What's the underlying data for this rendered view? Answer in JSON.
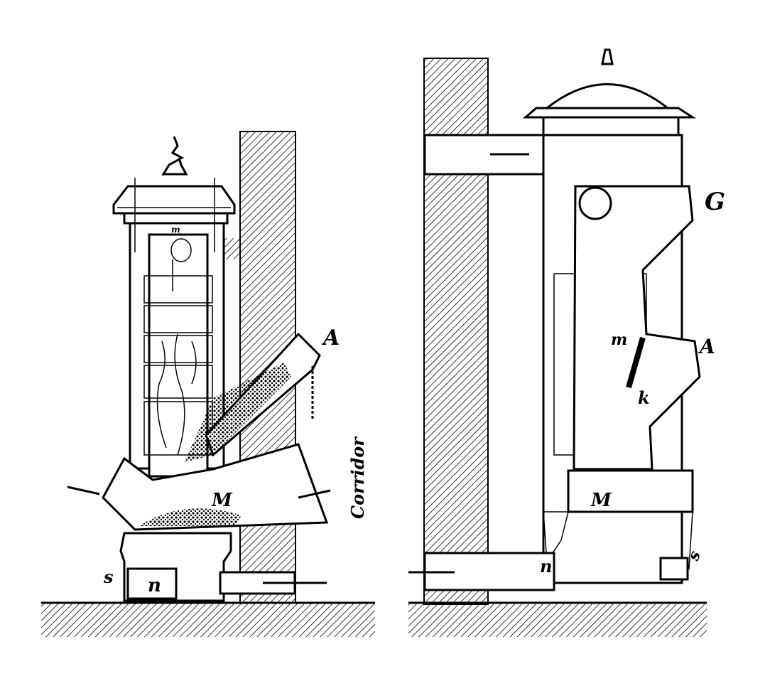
{
  "figure_left": {
    "labels": {
      "hopper": "A",
      "chamber_top": "m",
      "base_box": "M",
      "corridor": "Corridor",
      "s": "s",
      "n": "n"
    }
  },
  "figure_right": {
    "labels": {
      "G": "G",
      "m": "m",
      "A": "A",
      "k": "k",
      "base_box": "M",
      "n": "n",
      "s": "s"
    }
  },
  "colors": {
    "ink": "#000000",
    "paper": "#ffffff"
  }
}
